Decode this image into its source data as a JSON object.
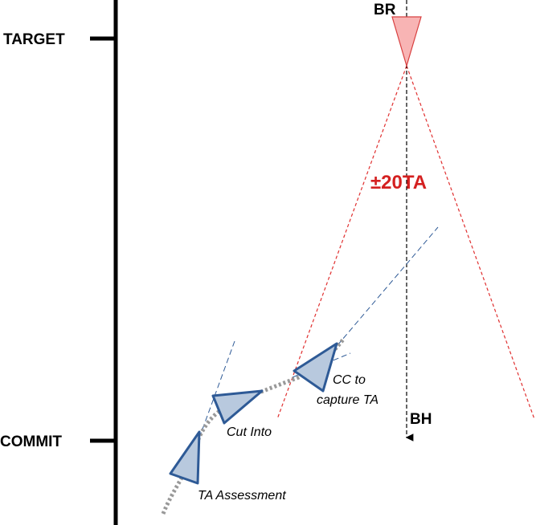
{
  "labels": {
    "target": "TARGET",
    "commit": "COMMIT",
    "br": "BR",
    "bh": "BH",
    "angle": "±20TA",
    "ta_assessment": "TA Assessment",
    "cut_into": "Cut Into",
    "cc_to": "CC to",
    "capture_ta": "capture TA"
  },
  "colors": {
    "axis": "#000000",
    "red": "#d42020",
    "red_fill": "#f8b4b4",
    "blue_stroke": "#2e5a96",
    "blue_fill": "#b8c9de",
    "path_gray": "#999999"
  },
  "icons": [
    "bandit-triangle-icon",
    "aircraft-triangle-icon"
  ]
}
